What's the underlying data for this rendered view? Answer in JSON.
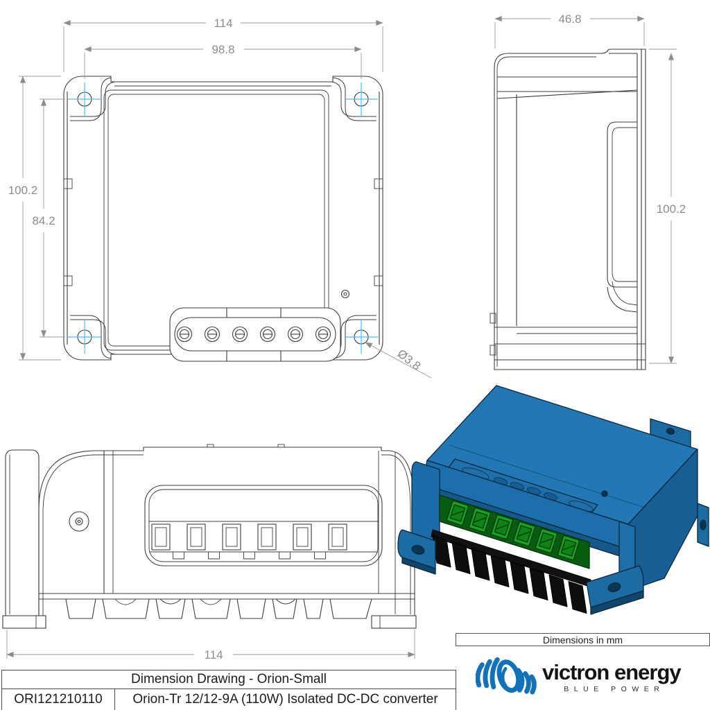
{
  "views": {
    "front": {
      "dim_overall_width": "114",
      "dim_hole_spacing_x": "98.8",
      "dim_overall_height": "100.2",
      "dim_hole_spacing_y": "84.2",
      "dim_hole_diameter": "Ø3.8"
    },
    "side": {
      "dim_depth": "46.8",
      "dim_height": "100.2"
    },
    "bottom": {
      "dim_width": "114"
    }
  },
  "footer": {
    "units_note": "Dimensions in mm",
    "title_block": {
      "title": "Dimension Drawing - Orion-Small",
      "part_number": "ORI121210110",
      "description": "Orion-Tr 12/12-9A (110W) Isolated DC-DC converter"
    },
    "brand": {
      "name": "victron energy",
      "tagline": "BLUE POWER"
    }
  },
  "colors": {
    "line": "#3c3c3c",
    "dimension": "#8c8c8c",
    "crosshair_cyan": "#45c1f0",
    "body_blue": "#2277B5",
    "terminal_green": "#1BA125",
    "logo_blue": "#1272B9"
  }
}
